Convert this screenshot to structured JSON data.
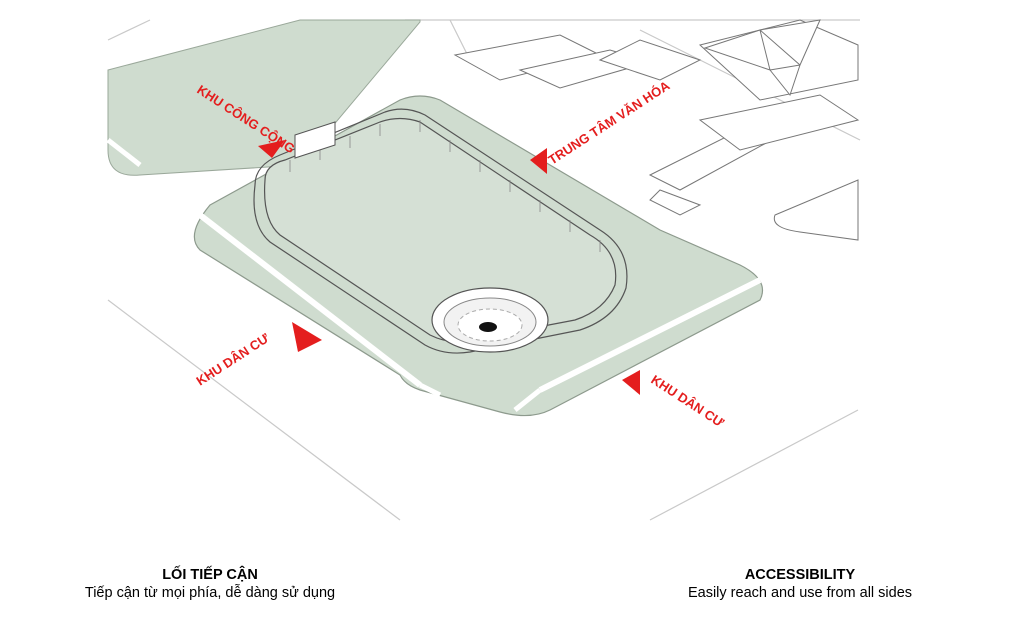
{
  "colors": {
    "accent": "#e41e1e",
    "ground": "#cfdccf",
    "line": "#555555",
    "light_line": "#bdbdbd",
    "white": "#ffffff"
  },
  "labels": {
    "public": "KHU CÔNG CỘNG",
    "culture": "TRUNG TÂM VĂN HÓA",
    "residential_left": "KHU DÂN CƯ",
    "residential_right": "KHU DÂN CƯ"
  },
  "captions": {
    "left_title": "LỐI TIẾP CẬN",
    "left_sub": "Tiếp cận từ mọi phía, dễ dàng sử dụng",
    "right_title": "ACCESSIBILITY",
    "right_sub": "Easily reach and use from all sides"
  }
}
